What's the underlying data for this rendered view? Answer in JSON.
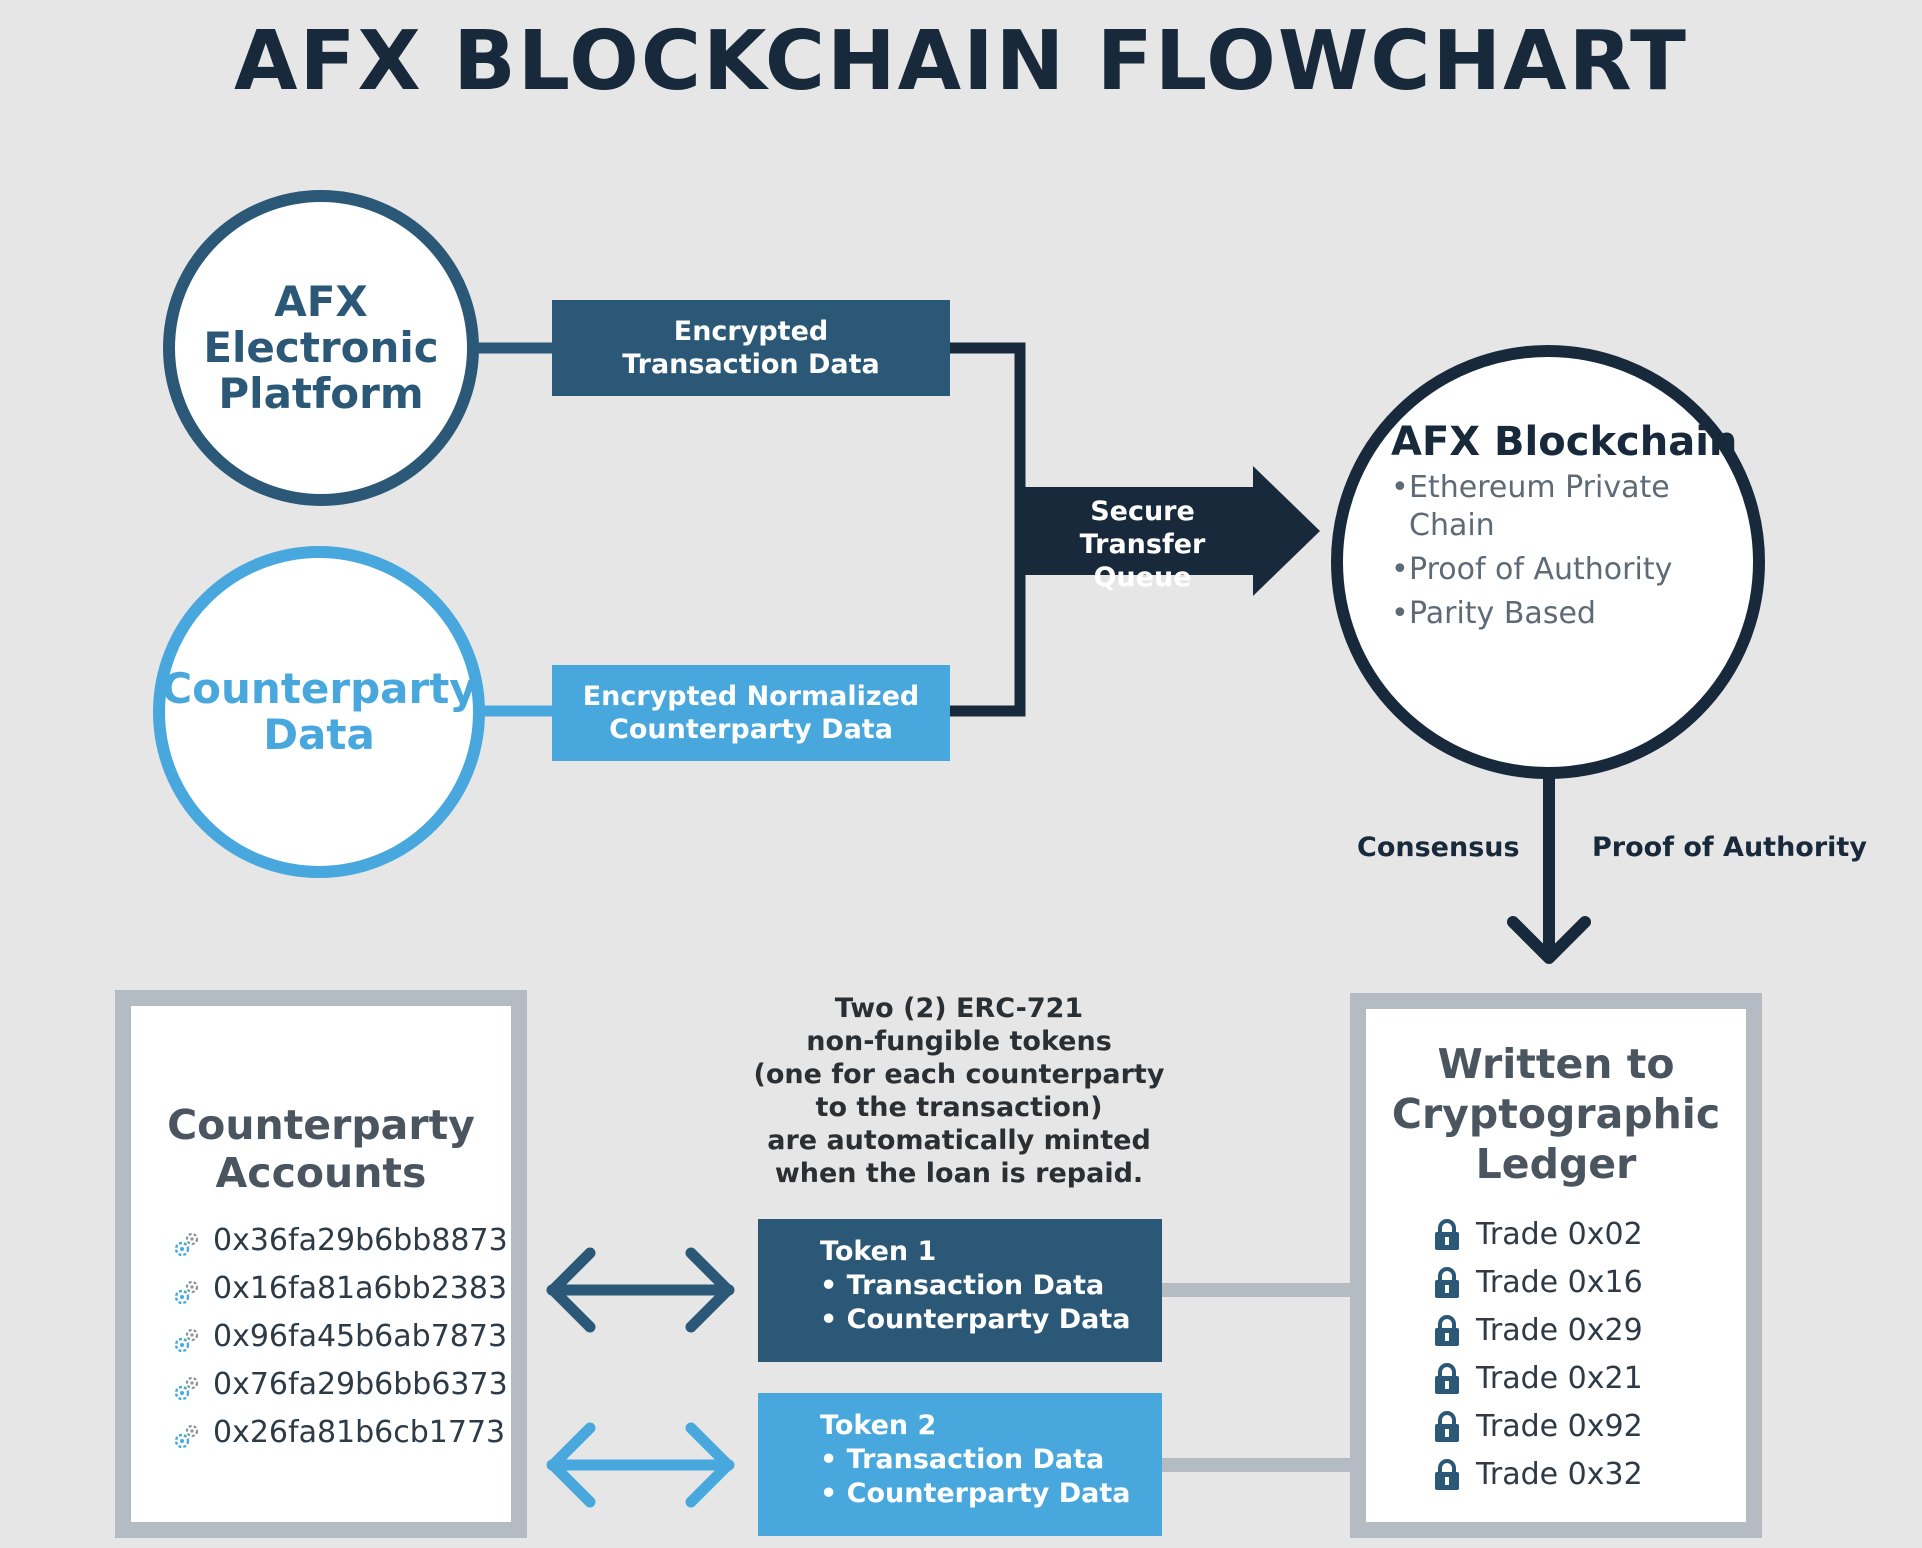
{
  "title": "AFX BLOCKCHAIN FLOWCHART",
  "nodes": {
    "afx_platform": [
      "AFX",
      "Electronic",
      "Platform"
    ],
    "counterparty_data": [
      "Counterparty",
      "Data"
    ],
    "blockchain": {
      "title": "AFX Blockchain",
      "bullets": [
        "Ethereum Private",
        "Chain",
        "Proof of Authority",
        "Parity Based"
      ]
    }
  },
  "flows": {
    "encrypted_tx": [
      "Encrypted",
      "Transaction Data"
    ],
    "encrypted_cp": [
      "Encrypted Normalized",
      "Counterparty Data"
    ],
    "queue": [
      "Secure Transfer",
      "Queue"
    ],
    "consensus": "Consensus",
    "proof_of_authority": "Proof of Authority"
  },
  "accounts": {
    "title": [
      "Counterparty",
      "Accounts"
    ],
    "items": [
      "0x36fa29b6bb8873",
      "0x16fa81a6bb2383",
      "0x96fa45b6ab7873",
      "0x76fa29b6bb6373",
      "0x26fa81b6cb1773"
    ],
    "icon": "gears-icon"
  },
  "nft_note": [
    "Two (2) ERC-721",
    "non-fungible tokens",
    "(one for each counterparty",
    "to the transaction)",
    "are automatically minted",
    "when the loan is repaid."
  ],
  "tokens": [
    {
      "title": "Token 1",
      "lines": [
        "• Transaction Data",
        "• Counterparty Data"
      ]
    },
    {
      "title": "Token 2",
      "lines": [
        "• Transaction Data",
        "• Counterparty Data"
      ]
    }
  ],
  "ledger": {
    "title": [
      "Written to",
      "Cryptographic",
      "Ledger"
    ],
    "items": [
      "Trade 0x02",
      "Trade 0x16",
      "Trade 0x29",
      "Trade 0x21",
      "Trade 0x92",
      "Trade 0x32"
    ],
    "icon": "lock-icon"
  },
  "colors": {
    "dark_navy": "#17293a",
    "steel_blue": "#2b5876",
    "light_blue": "#48a8dd",
    "panel_gray": "#b4bbc3",
    "background": "#e6e6e6"
  }
}
